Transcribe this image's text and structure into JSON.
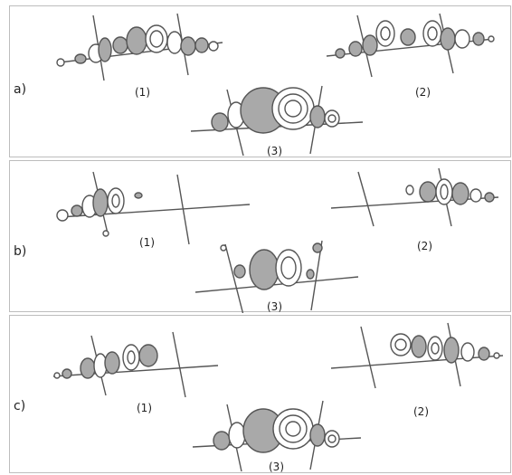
{
  "panels": [
    {
      "label": "a)",
      "molecules": [
        {
          "label": "(1)"
        },
        {
          "label": "(2)"
        },
        {
          "label": "(3)"
        }
      ]
    },
    {
      "label": "b)",
      "molecules": [
        {
          "label": "(1)"
        },
        {
          "label": "(2)"
        },
        {
          "label": "(3)"
        }
      ]
    },
    {
      "label": "c)",
      "molecules": [
        {
          "label": "(1)"
        },
        {
          "label": "(2)"
        },
        {
          "label": "(3)"
        }
      ]
    }
  ],
  "colors": {
    "shaded_lobe": "#a9a9a9",
    "contour_line": "#444444",
    "bond": "#555555",
    "frame": "#bdbdbd"
  }
}
